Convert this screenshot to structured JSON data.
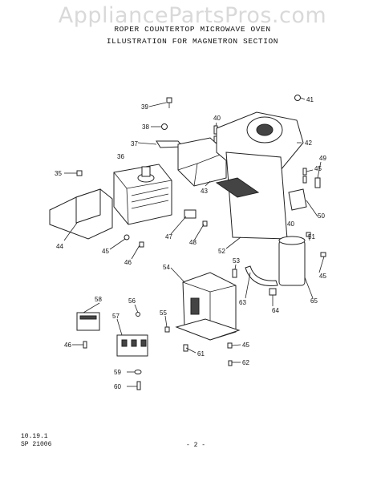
{
  "watermark": "AppliancePartsPros.com",
  "title_line1": "ROPER COUNTERTOP MICROWAVE OVEN",
  "title_line2": "ILLUSTRATION FOR MAGNETRON SECTION",
  "footer": {
    "date": "10.19.1",
    "code": "SP 21006",
    "page": "- 2 -"
  },
  "callouts": {
    "c35": "35",
    "c36": "36",
    "c37": "37",
    "c38": "38",
    "c39": "39",
    "c40a": "40",
    "c40b": "40",
    "c41": "41",
    "c42": "42",
    "c43": "43",
    "c44": "44",
    "c45a": "45",
    "c45b": "45",
    "c45c": "45",
    "c45d": "45",
    "c46a": "46",
    "c46b": "46",
    "c47": "47",
    "c48": "48",
    "c49": "49",
    "c50": "50",
    "c51": "51",
    "c52": "52",
    "c53": "53",
    "c54": "54",
    "c55": "55",
    "c56": "56",
    "c57": "57",
    "c58": "58",
    "c59": "59",
    "c60": "60",
    "c61": "61",
    "c62": "62",
    "c63": "63",
    "c64": "64",
    "c65": "65"
  }
}
